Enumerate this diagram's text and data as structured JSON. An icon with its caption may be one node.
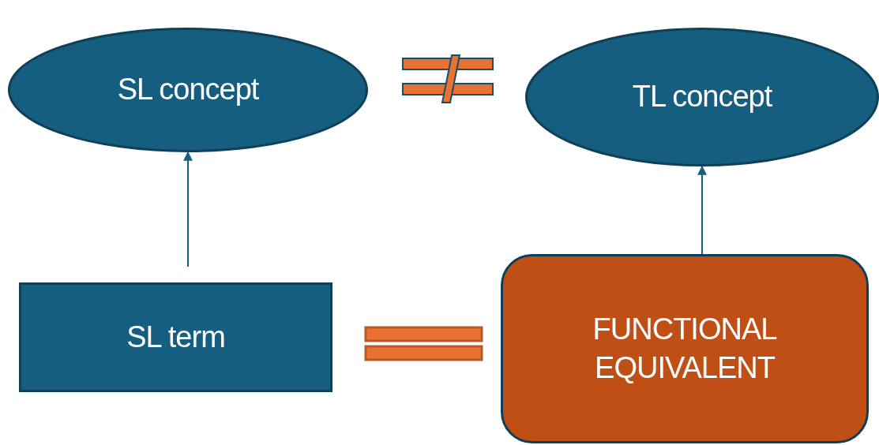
{
  "diagram": {
    "nodes": [
      {
        "text": [
          "SL concept"
        ]
      },
      {
        "text": [
          "TL concept"
        ]
      },
      {
        "text": [
          "SL term"
        ]
      },
      {
        "text": [
          "FUNCTIONAL EQUIVALENT"
        ]
      }
    ],
    "edges": [
      {
        "from": 2,
        "to": 0,
        "arrow": "to"
      },
      {
        "from": 3,
        "to": 1,
        "arrow": "to"
      }
    ]
  }
}
